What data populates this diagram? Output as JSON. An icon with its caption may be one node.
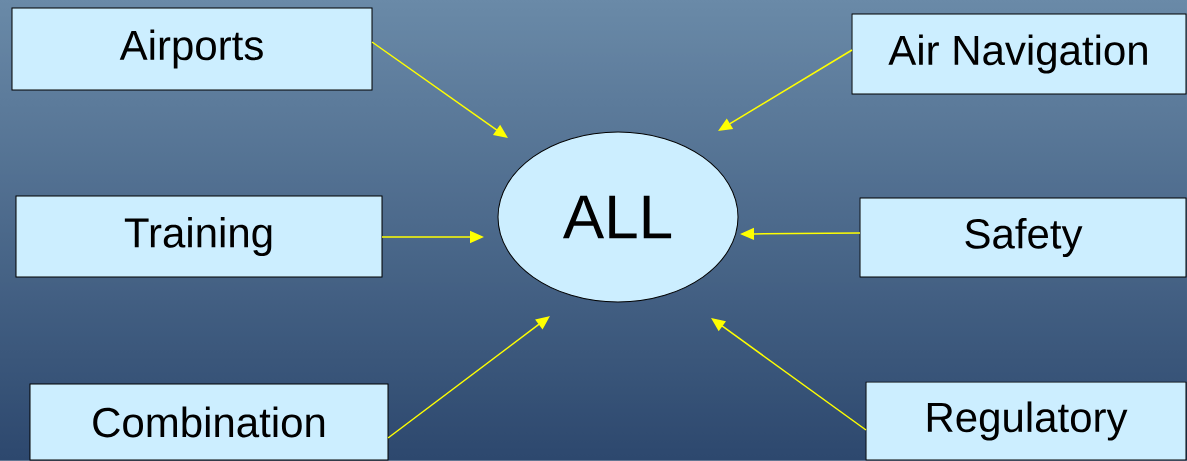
{
  "diagram": {
    "nodes": [
      {
        "text": [
          "Airports"
        ]
      },
      {
        "text": [
          "Air Navigation"
        ]
      },
      {
        "text": [
          "ALL"
        ]
      },
      {
        "text": [
          "Training"
        ]
      },
      {
        "text": [
          "Safety"
        ]
      },
      {
        "text": [
          "Combination"
        ]
      },
      {
        "text": [
          "Regulatory"
        ]
      }
    ],
    "edges": [
      {
        "from": 0,
        "to": 2,
        "arrow": "to"
      },
      {
        "from": 1,
        "to": 2,
        "arrow": "to"
      },
      {
        "from": 3,
        "to": 2,
        "arrow": "to"
      },
      {
        "from": 4,
        "to": 2,
        "arrow": "to"
      },
      {
        "from": 5,
        "to": 2,
        "arrow": "to"
      },
      {
        "from": 6,
        "to": 2,
        "arrow": "to"
      }
    ]
  }
}
